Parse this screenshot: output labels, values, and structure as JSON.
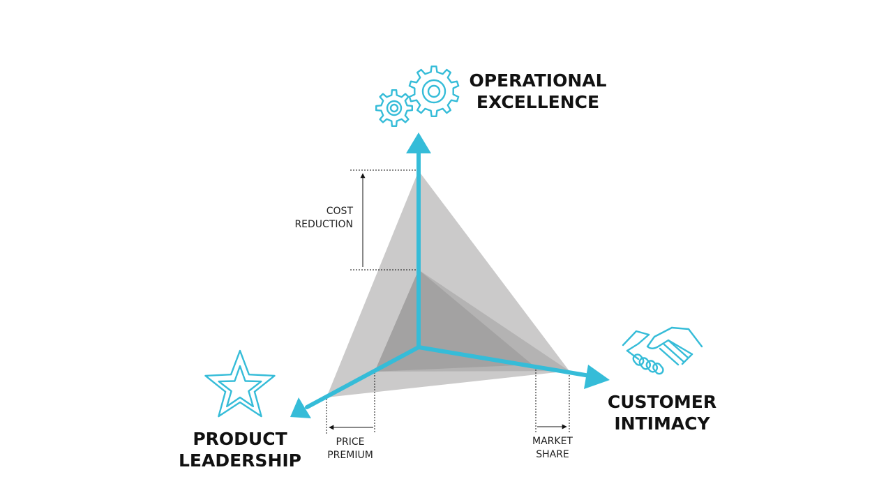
{
  "colors": {
    "accent": "#35bcd8",
    "outer_triangle": "#cbcaca",
    "middle_triangle": "#b4b3b3",
    "inner_triangle": "#a3a2a2",
    "text": "#111111"
  },
  "axes": {
    "operational": {
      "line1": "OPERATIONAL",
      "line2": "EXCELLENCE",
      "icon": "gears-icon"
    },
    "customer": {
      "line1": "CUSTOMER",
      "line2": "INTIMACY",
      "icon": "handshake-icon"
    },
    "product": {
      "line1": "PRODUCT",
      "line2": "LEADERSHIP",
      "icon": "star-icon"
    }
  },
  "annotations": {
    "cost": {
      "line1": "COST",
      "line2": "REDUCTION"
    },
    "price": {
      "line1": "PRICE",
      "line2": "PREMIUM"
    },
    "market": {
      "line1": "MARKET",
      "line2": "SHARE"
    }
  }
}
